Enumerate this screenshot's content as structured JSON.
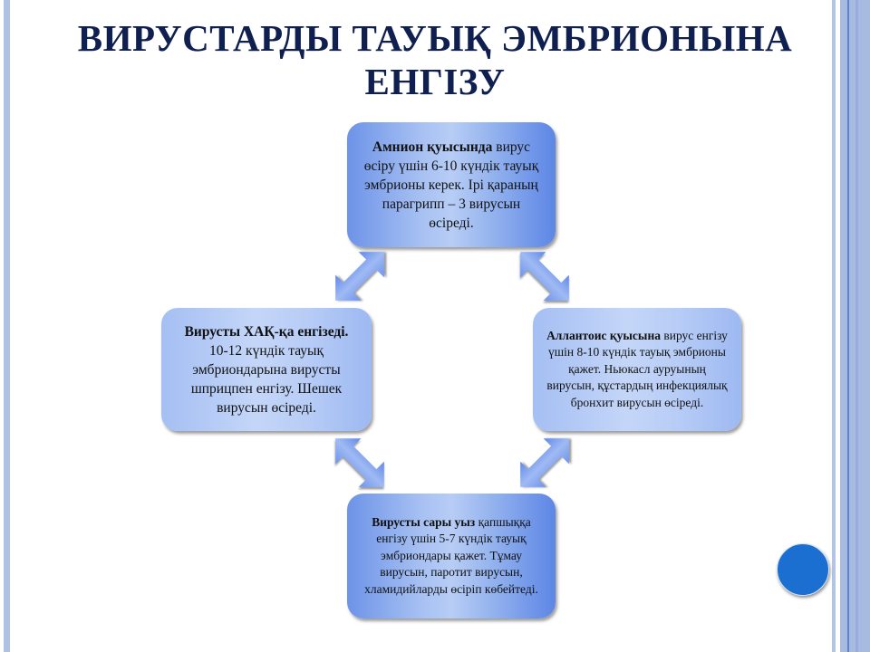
{
  "slide": {
    "title_line1": "ВИРУСТАРДЫ ТАУЫҚ ЭМБРИОНЫНА",
    "title_line2": "ЕНГІЗУ"
  },
  "boxes": {
    "top": {
      "bold": "Амнион қуысында",
      "text": " вирус өсіру үшін 6-10 күндік тауық эмбрионы керек. Ірі қараның парагрипп – 3 вирусын өсіреді."
    },
    "right": {
      "bold": "Аллантоис қуысына",
      "text": " вирус енгізу үшін 8-10 күндік тауық эмбрионы қажет. Ньюкасл ауруының вирусын, құстардың инфекциялық бронхит вирусын өсіреді."
    },
    "bottom": {
      "bold": "Вирусты сары уыз",
      "text": " қапшыққа енгізу үшін 5-7 күндік тауық эмбриондары қажет. Тұмау вирусын, паротит вирусын, хламидийларды өсіріп көбейтеді."
    },
    "left": {
      "bold": "Вирусты ХАҚ-қа енгізеді.",
      "text": " 10-12 күндік тауық эмбриондарына вирусты шприцпен енгізу. Шешек вирусын өсіреді."
    }
  },
  "colors": {
    "title": "#0f1f4f",
    "arrow": "#6d93ec",
    "circle": "#1b6fd1",
    "stripe": "#a9bce0"
  }
}
